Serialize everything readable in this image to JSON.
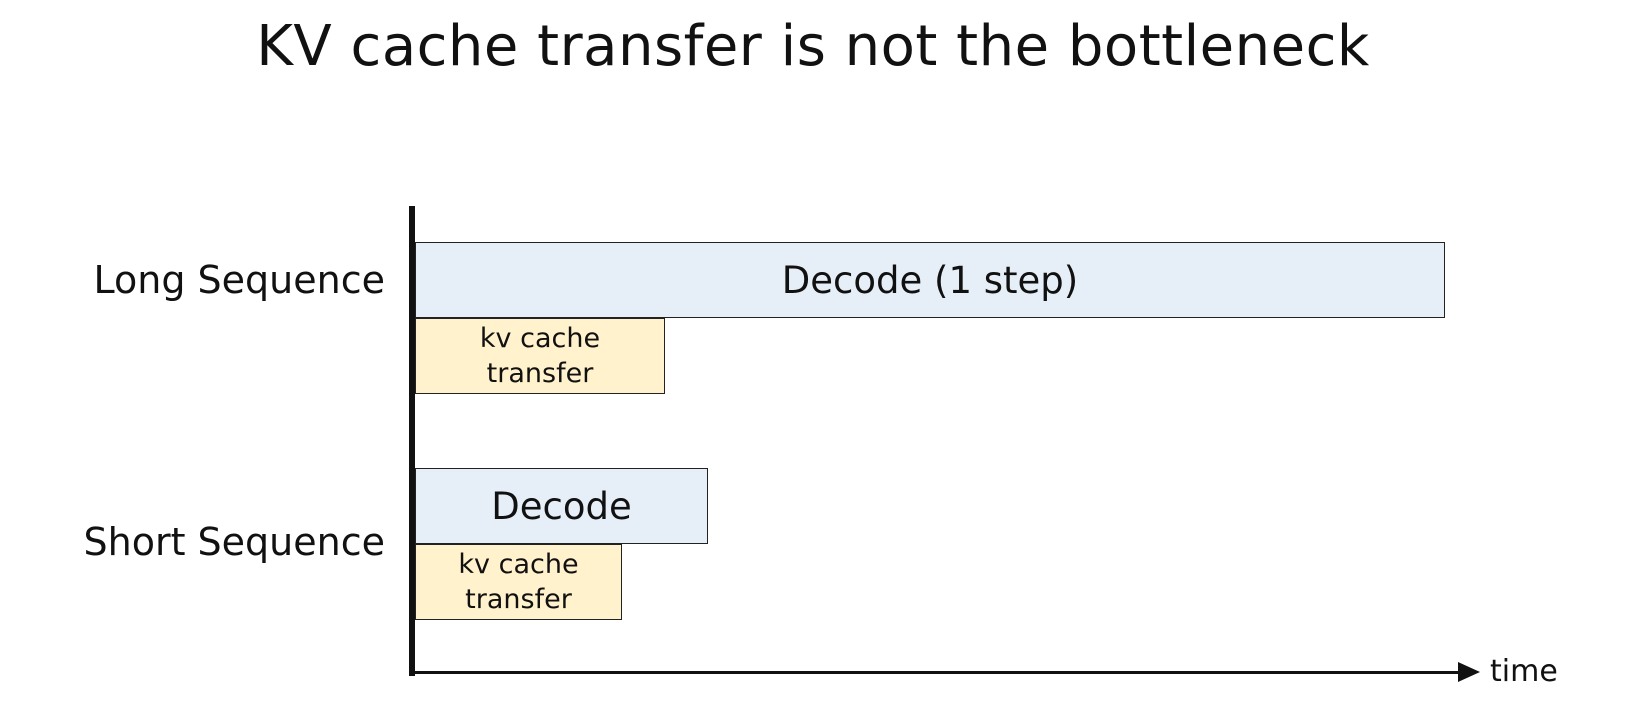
{
  "title": "KV cache transfer is not the bottleneck",
  "axis": {
    "x_label": "time"
  },
  "rows": [
    {
      "label": "Long Sequence",
      "decode_label": "Decode (1 step)",
      "decode_duration": 1030,
      "kv_label_line1": "kv cache",
      "kv_label_line2": "transfer",
      "kv_duration": 250
    },
    {
      "label": "Short Sequence",
      "decode_label": "Decode",
      "decode_duration": 293,
      "kv_label_line1": "kv cache",
      "kv_label_line2": "transfer",
      "kv_duration": 207
    }
  ],
  "colors": {
    "decode_fill": "#e6eff8",
    "kv_fill": "#fff2cc",
    "outline": "#222222"
  }
}
